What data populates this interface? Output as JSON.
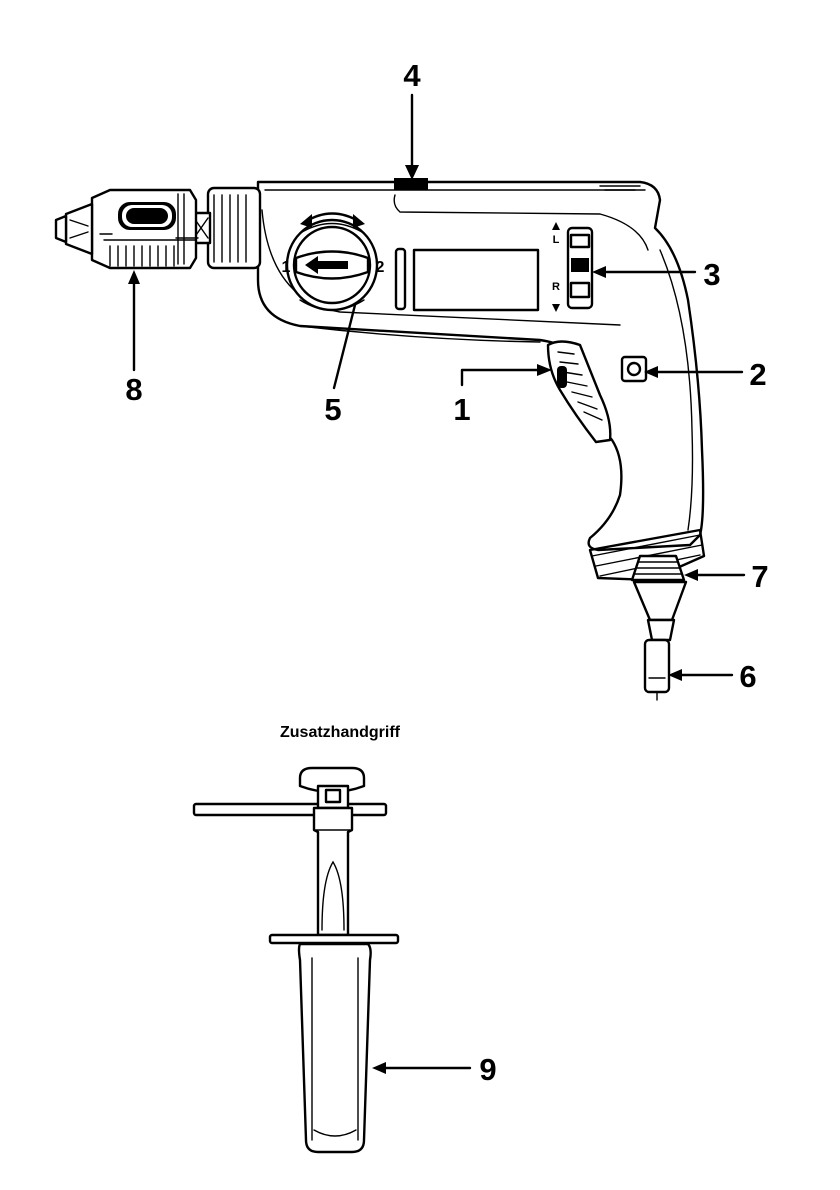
{
  "callouts": {
    "c1": "1",
    "c2": "2",
    "c3": "3",
    "c4": "4",
    "c5": "5",
    "c6": "6",
    "c7": "7",
    "c8": "8",
    "c9": "9"
  },
  "selector": {
    "left_mark": "1",
    "right_mark": "2"
  },
  "direction_switch": {
    "left_mark": "L",
    "right_mark": "R"
  },
  "aux_handle": {
    "caption": "Zusatzhandgriff"
  }
}
